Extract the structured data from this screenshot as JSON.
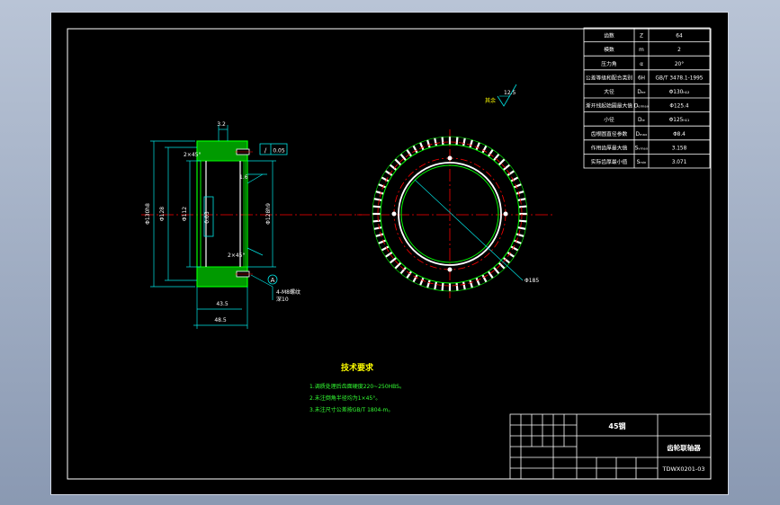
{
  "colors": {
    "background": "#000000",
    "frame": "#ffffff",
    "geometry": "#00ff00",
    "center_line": "#ff0000",
    "dimension": "#00e5e5",
    "text_yellow": "#ffff00",
    "text_green": "#33ff33"
  },
  "params_table": {
    "rows": [
      {
        "name": "齿数",
        "sym": "Z",
        "val": "64"
      },
      {
        "name": "模数",
        "sym": "m",
        "val": "2"
      },
      {
        "name": "压力角",
        "sym": "α",
        "val": "20°"
      },
      {
        "name": "公差等级和配合类别",
        "sym": "6H",
        "val": "GB/T 3478.1-1995"
      },
      {
        "name": "大径",
        "sym": "Dₑₑ",
        "val": "Φ130ₕ₁₂"
      },
      {
        "name": "渐开线起始圆最大值",
        "sym": "Dₑᵢₘₐₓ",
        "val": "Φ125.4"
      },
      {
        "name": "小径",
        "sym": "Dᵢₑ",
        "val": "Φ125ₕ₁₁"
      },
      {
        "name": "齿根圆直径参数",
        "sym": "Dₘₐₓ",
        "val": "Φ8.4"
      },
      {
        "name": "作用齿厚最大值",
        "sym": "Sᵥₘₐₓ",
        "val": "3.158"
      },
      {
        "name": "实际齿厚最小值",
        "sym": "Sₘᵢₙ",
        "val": "3.071"
      }
    ]
  },
  "section_view": {
    "dim_top": "3.2",
    "tolerance_value": "0.05",
    "datum_a": "A",
    "chamfer_top": "2×45°",
    "chamfer_bottom": "2×45°",
    "dim_left_outer": "Φ130h8",
    "dim_left_inner": "Φ128",
    "dim_inner_bore": "Φ112",
    "dim_right": "Φ128h9",
    "flatness_value": "0.03",
    "small_value": "1.6",
    "hole_callout_1": "4-M8螺纹",
    "hole_callout_2": "深10",
    "width_inner": "43.5",
    "width_outer": "48.5"
  },
  "front_view": {
    "roughness": "12.5",
    "roughness_label": "其余",
    "dim_bolt_circle": "Φ185"
  },
  "tech_requirements": {
    "title": "技术要求",
    "items": [
      "1.调质处理后齿面硬度220~250HBS。",
      "2.未注倒角半径均为1×45°。",
      "3.未注尺寸公差按GB/T 1804-m。"
    ]
  },
  "title_block": {
    "material": "45钢",
    "part_name": "齿轮联轴器",
    "drawing_no": "TDWX0201-03"
  }
}
